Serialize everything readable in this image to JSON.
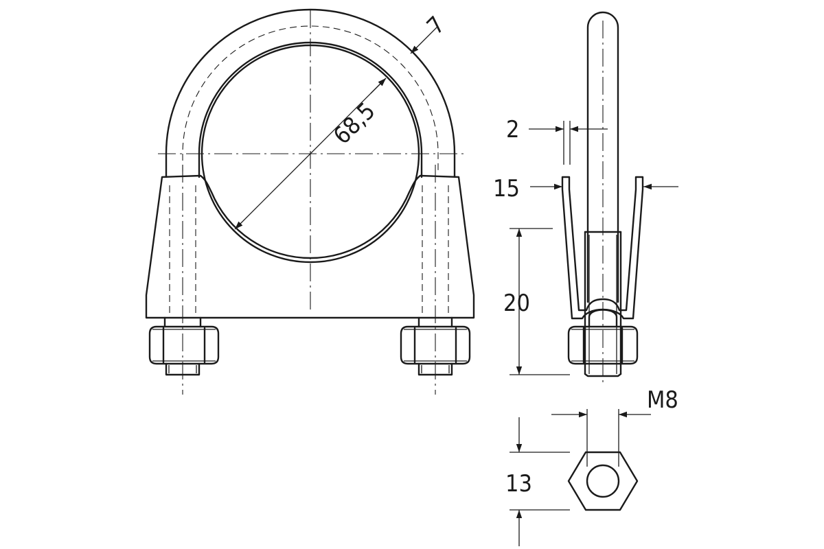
{
  "dimensions": {
    "rod_thickness": "7",
    "bore_diameter": "68,5",
    "plate_thickness": "2",
    "saddle_width": "15",
    "thread_length": "20",
    "nut_size": "13",
    "thread": "M8"
  }
}
